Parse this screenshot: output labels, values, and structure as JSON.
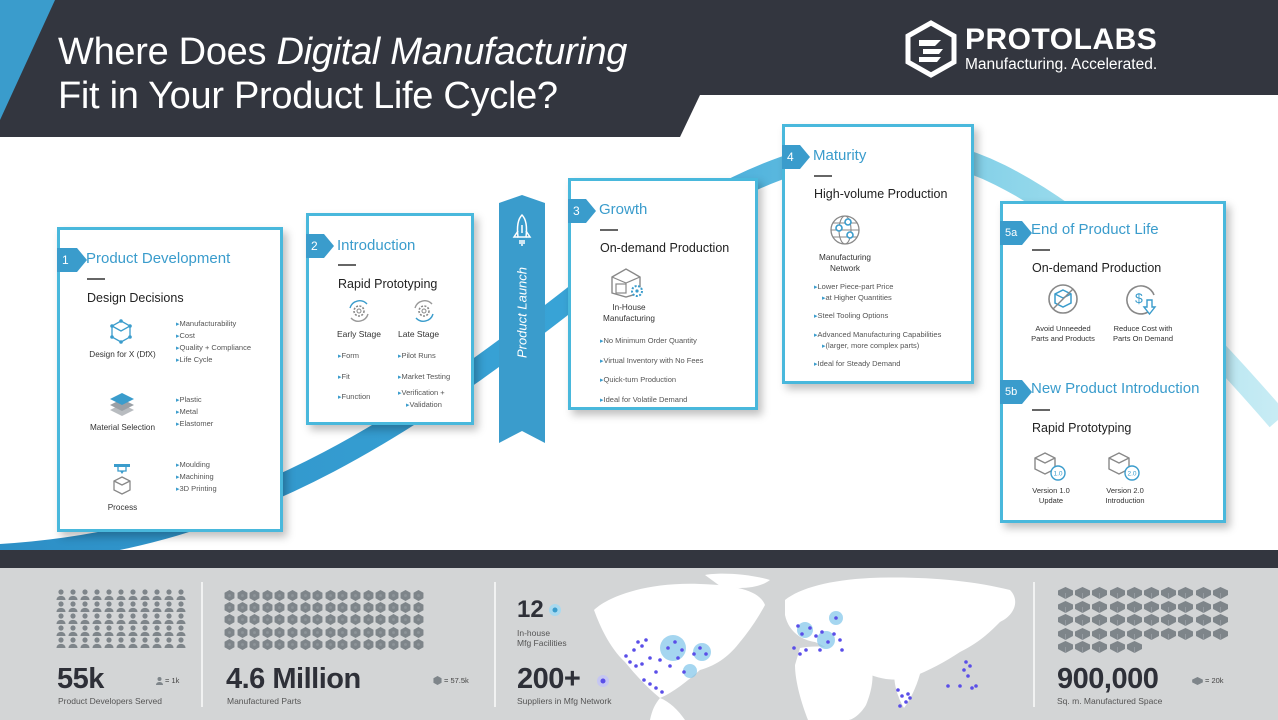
{
  "header": {
    "title_line1_prefix": "Where Does ",
    "title_line1_italic": "Digital Manufacturing",
    "title_line2": "Fit in Your Product Life Cycle?",
    "logo_name": "PROTOLABS",
    "logo_tagline": "Manufacturing. Accelerated."
  },
  "colors": {
    "accent_blue": "#3a9ccc",
    "card_border": "#49b8dc",
    "header_dark": "#33363f",
    "stats_bg": "#d3d5d6",
    "map_dot": "#5a4ee8"
  },
  "stages": {
    "s1": {
      "num": "1",
      "title": "Product Development",
      "subtitle": "Design Decisions",
      "groups": [
        {
          "label": "Design for X (DfX)",
          "icon": "cube-nodes-icon",
          "bullets": [
            "Manufacturability",
            "Cost",
            "Quality + Compliance",
            "Life Cycle"
          ]
        },
        {
          "label": "Material Selection",
          "icon": "layers-icon",
          "bullets": [
            "Plastic",
            "Metal",
            "Elastomer"
          ]
        },
        {
          "label": "Process",
          "icon": "nozzle-cube-icon",
          "bullets": [
            "Moulding",
            "Machining",
            "3D Printing"
          ]
        }
      ]
    },
    "s2": {
      "num": "2",
      "title": "Introduction",
      "subtitle": "Rapid Prototyping",
      "columns": [
        {
          "label": "Early Stage",
          "icon": "gear-cycle-icon",
          "bullets": [
            "Form",
            "Fit",
            "Function"
          ]
        },
        {
          "label": "Late Stage",
          "icon": "gear-cycle-icon",
          "bullets": [
            "Pilot Runs",
            "Market Testing",
            "Verification +",
            "Validation"
          ]
        }
      ]
    },
    "launch": {
      "label": "Product Launch",
      "icon": "rocket-icon"
    },
    "s3": {
      "num": "3",
      "title": "Growth",
      "subtitle": "On-demand Production",
      "icon_label_1": "In-House",
      "icon_label_2": "Manufacturing",
      "bullets": [
        "No Minimum Order Quantity",
        "Virtual Inventory with No Fees",
        "Quick-turn Production",
        "Ideal for Volatile Demand"
      ]
    },
    "s4": {
      "num": "4",
      "title": "Maturity",
      "subtitle": "High-volume Production",
      "icon_label_1": "Manufacturing",
      "icon_label_2": "Network",
      "bullets": [
        "Lower Piece-part Price",
        "at Higher Quantities",
        "Steel Tooling Options",
        "Advanced Manufacturing Capabilities",
        "(larger, more complex parts)",
        "Ideal for Steady Demand"
      ]
    },
    "s5a": {
      "num": "5a",
      "title": "End of Product Life",
      "subtitle": "On-demand Production",
      "items": [
        {
          "line1": "Avoid Unneeded",
          "line2": "Parts and Products",
          "icon": "no-box-icon"
        },
        {
          "line1": "Reduce Cost with",
          "line2": "Parts On Demand",
          "icon": "dollar-down-icon"
        }
      ]
    },
    "s5b": {
      "num": "5b",
      "title": "New Product Introduction",
      "subtitle": "Rapid Prototyping",
      "items": [
        {
          "line1": "Version 1.0",
          "line2": "Update",
          "badge": "1.0",
          "icon": "cube-version-icon"
        },
        {
          "line1": "Version 2.0",
          "line2": "Introduction",
          "badge": "2.0",
          "icon": "cube-version-icon"
        }
      ]
    }
  },
  "stats": {
    "developers": {
      "value": "55k",
      "caption": "Product Developers Served",
      "legend": "= 1k",
      "icon": "person-icon",
      "count": 55
    },
    "parts": {
      "value": "4.6 Million",
      "caption": "Manufactured Parts",
      "legend": "= 57.5k",
      "icon": "hex-part-icon",
      "count": 80
    },
    "facilities": {
      "value": "12",
      "caption_1": "In-house",
      "caption_2": "Mfg Facilities"
    },
    "suppliers": {
      "value": "200+",
      "caption": "Suppliers in Mfg Network"
    },
    "space": {
      "value": "900,000",
      "caption": "Sq. m. Manufactured Space",
      "legend": "= 20k",
      "icon": "building-icon",
      "count": 45
    }
  }
}
